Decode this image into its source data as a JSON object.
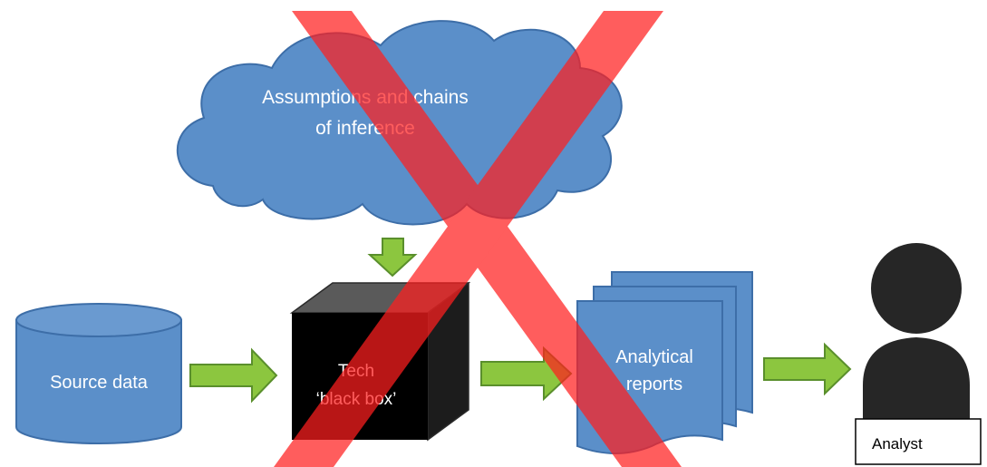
{
  "cloud": {
    "line1": "Assumptions and chains",
    "line2": "of inference"
  },
  "source": {
    "label": "Source data"
  },
  "blackbox": {
    "line1": "Tech",
    "line2": "‘black box’"
  },
  "reports": {
    "line1": "Analytical",
    "line2": "reports"
  },
  "analyst": {
    "label": "Analyst"
  },
  "colors": {
    "blue_fill": "#5b8fc9",
    "blue_stroke": "#3d6ea8",
    "arrow_green": "#8cc63f",
    "arrow_stroke": "#5a8f2c",
    "cross_red": "#ff1f1f",
    "person": "#262626"
  },
  "icons": {
    "cross": "cross-out-mark",
    "person": "person-icon"
  }
}
